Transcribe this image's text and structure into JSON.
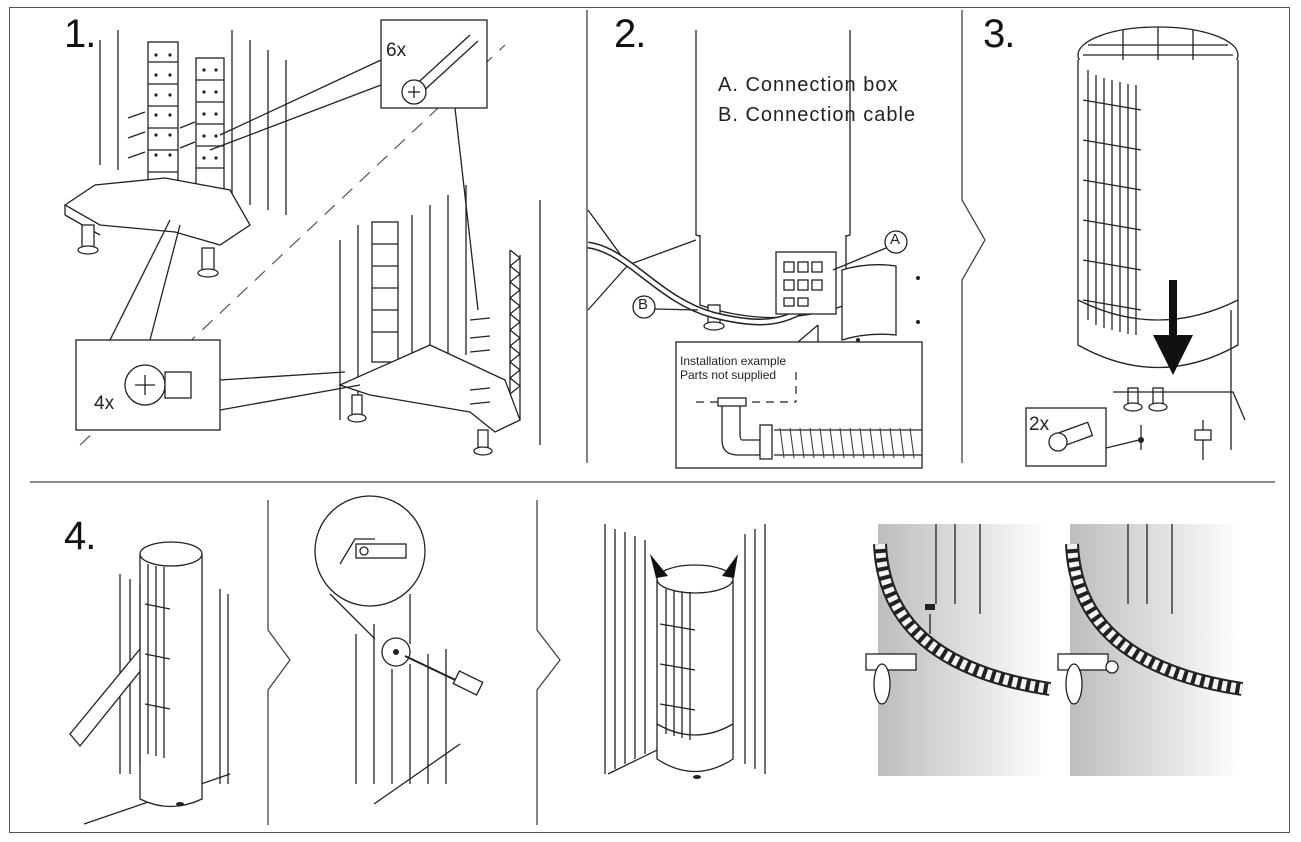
{
  "steps": {
    "one": {
      "number": "1.",
      "screws_large": "6x",
      "screws_small": "4x"
    },
    "two": {
      "number": "2.",
      "label_a": "A. Connection box",
      "label_b": "B. Connection cable",
      "callout_a": "A",
      "callout_b": "B",
      "note_line1": "Installation example",
      "note_line2": "Parts not supplied"
    },
    "three": {
      "number": "3.",
      "bolts": "2x"
    },
    "four": {
      "number": "4."
    }
  },
  "colors": {
    "line": "#222222",
    "frame": "#555555",
    "metal": "#bdbdbd",
    "shade": "#e3e3e3"
  }
}
